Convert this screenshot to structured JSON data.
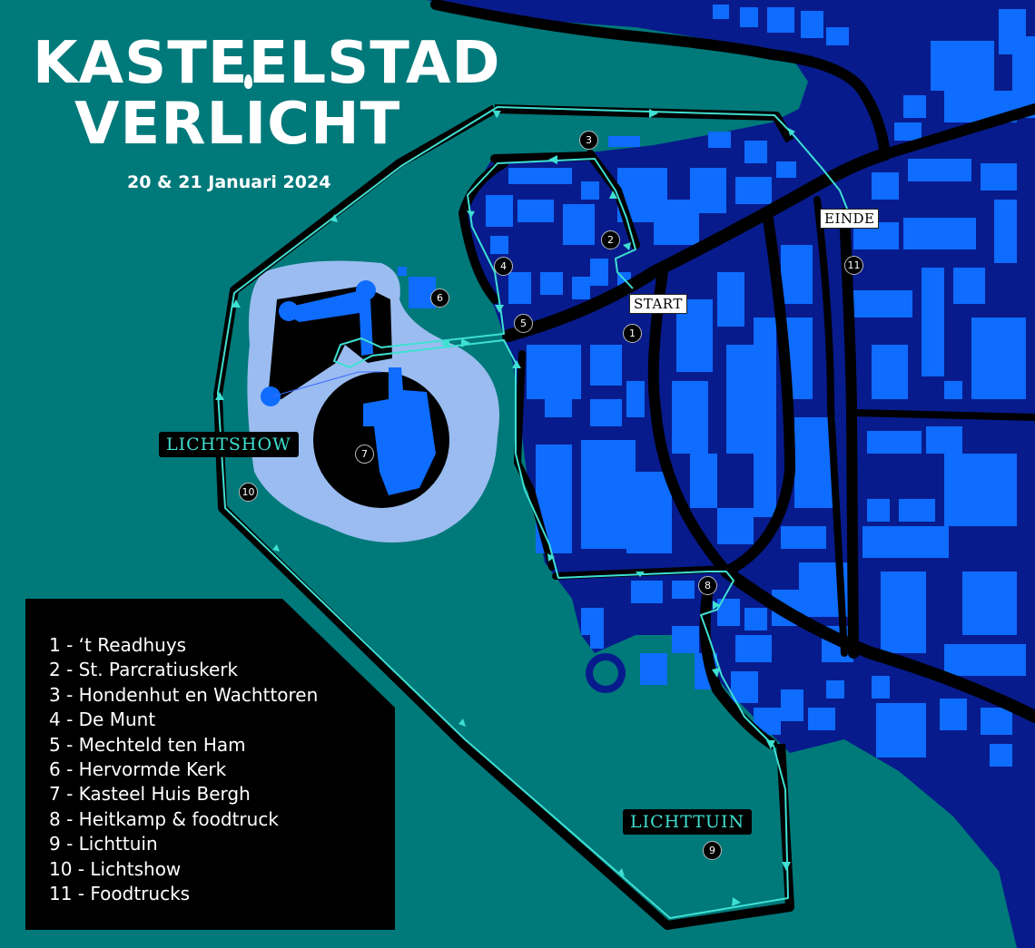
{
  "title": {
    "line1": "KASTEELSTAD",
    "line2": "VERLICHT"
  },
  "date": "20 & 21 Januari 2024",
  "labels": {
    "start": "START",
    "einde": "EINDE",
    "lichtshow": "LICHTSHOW",
    "lichttuin": "LICHTTUIN"
  },
  "markers": [
    "1",
    "2",
    "3",
    "4",
    "5",
    "6",
    "7",
    "8",
    "9",
    "10",
    "11"
  ],
  "legend": [
    "1 - ‘t Readhuys",
    "2 - St. Parcratiuskerk",
    "3 - Hondenhut en Wachttoren",
    "4 - De Munt",
    "5 - Mechteld ten Ham",
    "6 - Hervormde Kerk",
    "7 - Kasteel Huis Bergh",
    "8 - Heitkamp & foodtruck",
    "9 - Lichttuin",
    "10 - Lichtshow",
    "11 - Foodtrucks"
  ],
  "colors": {
    "background": "#00797a",
    "town": "#071b8c",
    "buildings": "#0e6cff",
    "roads": "#000000",
    "route": "#3ee0d2",
    "moat": "#9bbcf0",
    "legend_bg": "#000000",
    "text": "#ffffff"
  }
}
